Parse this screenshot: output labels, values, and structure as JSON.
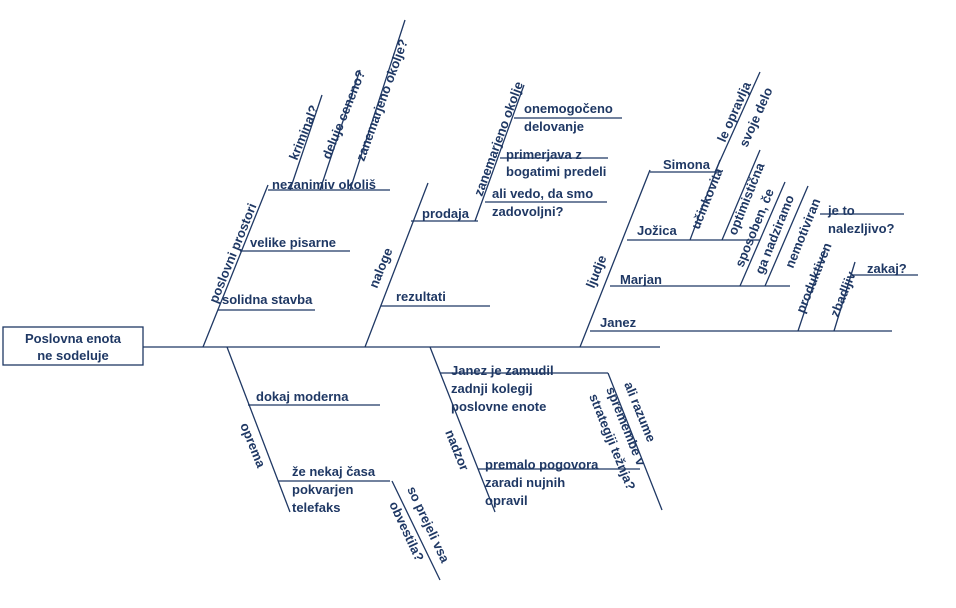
{
  "diagram": {
    "effect": {
      "line1": "Poslovna enota",
      "line2": "ne sodeluje"
    },
    "categories": {
      "prostori": {
        "label": "poslovni prostori",
        "causes": {
          "okolis": "nezanimiv okoliš",
          "pisarne": "velike pisarne",
          "stavba": "solidna stavba"
        },
        "subs": {
          "kriminal": "kriminal?",
          "ceneno": "deluje ceneno?",
          "okolje": "zanemarjeno okolje?"
        }
      },
      "naloge": {
        "label": "naloge",
        "causes": {
          "prodaja": "prodaja",
          "rezultati": "rezultati"
        },
        "subs": {
          "zanemarjeno": "zanemarjeno okolje",
          "onemogoceno1": "onemogočeno",
          "onemogoceno2": "delovanje",
          "primerjava1": "primerjava z",
          "primerjava2": "bogatimi predeli",
          "vedo1": "ali vedo, da smo",
          "vedo2": "zadovoljni?"
        }
      },
      "ljudje": {
        "label": "ljudje",
        "causes": {
          "simona": "Simona",
          "jozica": "Jožica",
          "marjan": "Marjan",
          "janez": "Janez"
        },
        "subs": {
          "opravlja1": "le opravlja",
          "opravlja2": "svoje delo",
          "ucinkovita": "učinkovita",
          "optimisticna": "optimistična",
          "sposoben1": "sposoben, če",
          "sposoben2": "ga nadziramo",
          "nemotiviran": "nemotiviran",
          "produktiven": "produktiven",
          "zbadljiv": "zbadljiv",
          "nalezljivo1": "je to",
          "nalezljivo2": "nalezljivo?",
          "zakaj": "zakaj?"
        }
      },
      "oprema": {
        "label": "oprema",
        "causes": {
          "moderna": "dokaj moderna",
          "telefaks1": "že nekaj časa",
          "telefaks2": "pokvarjen",
          "telefaks3": "telefaks"
        },
        "subs": {
          "prejeli1": "so prejeli vsa",
          "prejeli2": "obvestila?"
        }
      },
      "nadzor": {
        "label": "nadzor",
        "causes": {
          "kolegij1": "Janez je zamudil",
          "kolegij2": "zadnji kolegij",
          "kolegij3": "poslovne enote",
          "pogovora1": "premalo pogovora",
          "pogovora2": "zaradi nujnih",
          "pogovora3": "opravil"
        },
        "subs": {
          "razume1": "ali razume",
          "razume2": "spremembe v",
          "razume3": "strategiji težnja?"
        }
      }
    },
    "colors": {
      "line": "#1f3864",
      "text": "#1f3864",
      "background": "#ffffff"
    }
  }
}
